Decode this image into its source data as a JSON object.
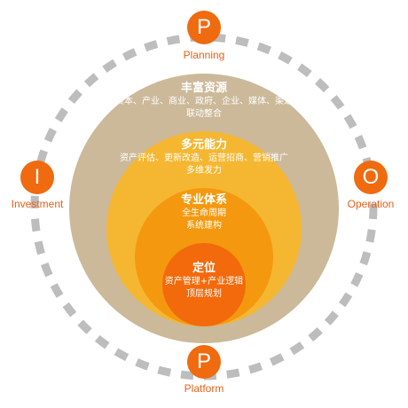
{
  "colors": {
    "ring_dash": "#bdbdbd",
    "outer": "#cbb999",
    "layer2": "#f5b731",
    "layer3": "#f4990f",
    "core": "#f26a0c",
    "node": "#f06a0f",
    "node_label": "#e8611a"
  },
  "nodes": {
    "top": {
      "letter": "P",
      "label": "Planning"
    },
    "right": {
      "letter": "O",
      "label": "Operation"
    },
    "bottom": {
      "letter": "P",
      "label": "Platform"
    },
    "left": {
      "letter": "I",
      "label": "Investment"
    }
  },
  "layers": {
    "outer": {
      "title": "丰富资源",
      "lines": [
        "资本、产业、商业、政府、企业、媒体、渠道",
        "联动整合"
      ]
    },
    "second": {
      "title": "多元能力",
      "lines": [
        "资产评估、更新改造、运营招商、营销推广",
        "多维发力"
      ]
    },
    "third": {
      "title": "专业体系",
      "lines": [
        "全生命周期",
        "系统建构"
      ]
    },
    "core": {
      "title": "定位",
      "lines": [
        "资产管理+产业逻辑",
        "顶层规划"
      ]
    }
  }
}
